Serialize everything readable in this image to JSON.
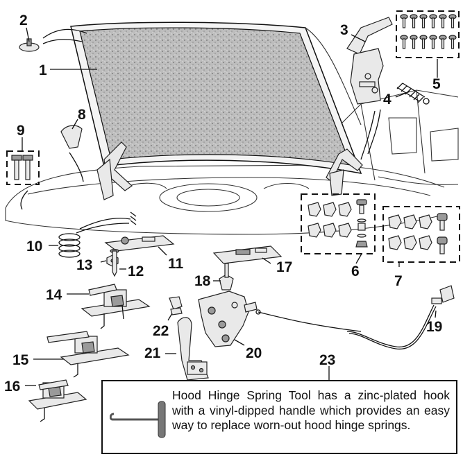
{
  "callouts": {
    "c1": "1",
    "c2": "2",
    "c3": "3",
    "c4": "4",
    "c5": "5",
    "c6": "6",
    "c7": "7",
    "c8": "8",
    "c9": "9",
    "c10": "10",
    "c11": "11",
    "c12": "12",
    "c13": "13",
    "c14": "14",
    "c15": "15",
    "c16": "16",
    "c17": "17",
    "c18": "18",
    "c19": "19",
    "c20": "20",
    "c21": "21",
    "c22": "22",
    "c23": "23"
  },
  "note": {
    "text": "Hood Hinge Spring Tool has a zinc-plated hook with a vinyl-dipped handle which provides an easy way to replace worn-out hood hinge springs."
  },
  "colors": {
    "line": "#111111",
    "part_fill": "#e9e9e9",
    "insulation": "#b8b8b8"
  }
}
